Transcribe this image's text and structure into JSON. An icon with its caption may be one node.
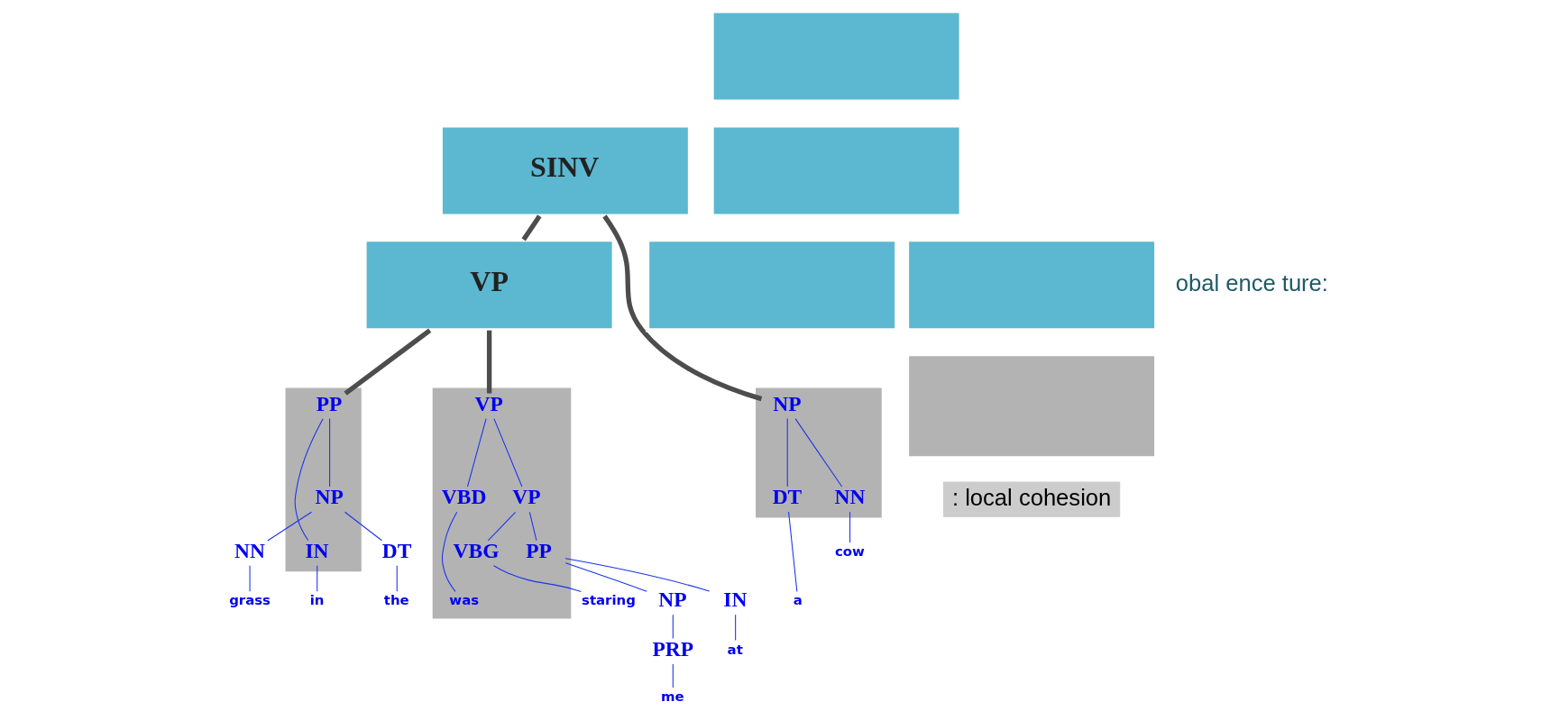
{
  "diagram": {
    "nodes": [
      {
        "text": [],
        "shape": "box"
      },
      {
        "text": [
          "SINV"
        ]
      },
      {
        "text": [],
        "shape": "box"
      },
      {
        "text": [
          "VP"
        ]
      },
      {
        "text": [],
        "shape": "box"
      },
      {
        "text": [],
        "shape": "box"
      },
      {
        "text": [],
        "shape": "box"
      },
      {
        "text": [
          "PP"
        ],
        "in": 6
      },
      {
        "text": [
          "IN"
        ],
        "in": 6
      },
      {
        "text": [
          "NP"
        ],
        "in": 6
      },
      {
        "text": [
          "DT"
        ]
      },
      {
        "text": [
          "NN"
        ]
      },
      {
        "text": [
          "in"
        ]
      },
      {
        "text": [
          "the"
        ]
      },
      {
        "text": [
          "grass"
        ]
      },
      {
        "text": [],
        "shape": "box"
      },
      {
        "text": [
          "VP"
        ],
        "in": 15
      },
      {
        "text": [
          "VBD"
        ],
        "in": 15
      },
      {
        "text": [
          "VP"
        ],
        "in": 15
      },
      {
        "text": [
          "was"
        ],
        "in": 15
      },
      {
        "text": [
          "VBG"
        ],
        "in": 15
      },
      {
        "text": [
          "PP"
        ],
        "in": 15
      },
      {
        "text": [
          "staring"
        ]
      },
      {
        "text": [
          "IN"
        ]
      },
      {
        "text": [
          "NP"
        ]
      },
      {
        "text": [
          "at"
        ]
      },
      {
        "text": [
          "PRP"
        ]
      },
      {
        "text": [
          "me"
        ]
      },
      {
        "text": [],
        "shape": "box"
      },
      {
        "text": [
          "NP"
        ],
        "in": 28
      },
      {
        "text": [
          "DT"
        ],
        "in": 28
      },
      {
        "text": [
          "NN"
        ],
        "in": 28
      },
      {
        "text": [
          "a"
        ]
      },
      {
        "text": [
          "cow"
        ]
      },
      {
        "text": [],
        "shape": "box"
      }
    ],
    "edges": [
      {
        "from": 1,
        "to": 3,
        "arrow": "none",
        "style": "thick",
        "color": "#4d4d4d"
      },
      {
        "from": 3,
        "to": 7,
        "arrow": "none",
        "style": "thick",
        "color": "#4d4d4d"
      },
      {
        "from": 3,
        "to": 16,
        "arrow": "none",
        "style": "thick",
        "color": "#4d4d4d"
      },
      {
        "from": 1,
        "to": 29,
        "arrow": "none",
        "style": "thick",
        "color": "#4d4d4d"
      },
      {
        "from": 7,
        "to": 8,
        "arrow": "none"
      },
      {
        "from": 7,
        "to": 9,
        "arrow": "none"
      },
      {
        "from": 8,
        "to": 12,
        "arrow": "none"
      },
      {
        "from": 9,
        "to": 10,
        "arrow": "none"
      },
      {
        "from": 9,
        "to": 11,
        "arrow": "none"
      },
      {
        "from": 10,
        "to": 13,
        "arrow": "none"
      },
      {
        "from": 11,
        "to": 14,
        "arrow": "none"
      },
      {
        "from": 16,
        "to": 17,
        "arrow": "none"
      },
      {
        "from": 16,
        "to": 18,
        "arrow": "none"
      },
      {
        "from": 17,
        "to": 19,
        "arrow": "none"
      },
      {
        "from": 18,
        "to": 20,
        "arrow": "none"
      },
      {
        "from": 18,
        "to": 21,
        "arrow": "none"
      },
      {
        "from": 20,
        "to": 22,
        "arrow": "none"
      },
      {
        "from": 21,
        "to": 23,
        "arrow": "none"
      },
      {
        "from": 21,
        "to": 24,
        "arrow": "none"
      },
      {
        "from": 23,
        "to": 25,
        "arrow": "none"
      },
      {
        "from": 24,
        "to": 26,
        "arrow": "none"
      },
      {
        "from": 26,
        "to": 27,
        "arrow": "none"
      },
      {
        "from": 29,
        "to": 30,
        "arrow": "none"
      },
      {
        "from": 29,
        "to": 31,
        "arrow": "none"
      },
      {
        "from": 30,
        "to": 32,
        "arrow": "none"
      },
      {
        "from": 31,
        "to": 33,
        "arrow": "none"
      }
    ],
    "labels": [
      "obal ence ture:",
      ": local cohesion"
    ]
  }
}
